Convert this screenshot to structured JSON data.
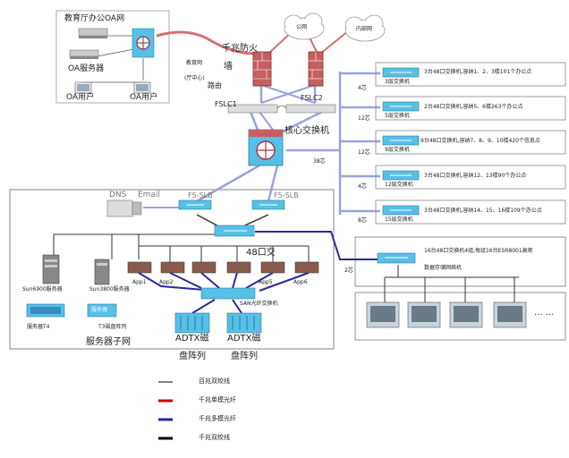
{
  "office": {
    "oa_network": "教育厅办公OA网",
    "oa_server": "OA服务器",
    "oa_user_1": "OA用户",
    "oa_user_2": "OA用户",
    "education_net": "教育网",
    "provincial_center": "(厅中心)",
    "router": "路由"
  },
  "clouds": {
    "internet": "公网",
    "edu_net": "内部网"
  },
  "firewall": {
    "label_line1": "千兆防火",
    "label_line2": "墙"
  },
  "core": {
    "fslc1": "FSLC1",
    "fslc2": "FSLC2",
    "core_switch": "核心交换机",
    "fiber_38": "38芯"
  },
  "access_switches": [
    {
      "desc": "3台48口交换机,容纳1、2、3楼101个办公点",
      "label": "3层交换机",
      "fiber": "4芯"
    },
    {
      "desc": "2台48口交换机,容纳5、6楼263个办公点",
      "label": "5层交换机",
      "fiber": "12芯"
    },
    {
      "desc": "9台48口交换机,容纳7、8、9、10楼420个信息点",
      "label": "9层交换机",
      "fiber": "12芯"
    },
    {
      "desc": "3台48口交换机,容纳12、13楼90个办公点",
      "label": "12层交换机",
      "fiber": "4芯"
    },
    {
      "desc": "3台48口交换机,容纳14、15、16楼109个办公点",
      "label": "15层交换机",
      "fiber": "8芯"
    }
  ],
  "server_farm": {
    "dns": "DNS",
    "email": "Email",
    "slb1": "F5-SLB",
    "slb2": "F5-SLB",
    "sun6900": "Sun6900服务器",
    "sun3800": "Sun3800服务器",
    "server_t4": "服务器T4",
    "server_t3": "T3磁盘阵列",
    "server_t3_box": "服务器",
    "port_switch": "48口交",
    "app1": "App1",
    "app2": "App2",
    "app5": "App5",
    "app6": "App6",
    "san_switch": "SAN光纤交换机",
    "adtx1": "ADTX磁",
    "adtx2": "ADTX磁",
    "array1": "盘阵列",
    "array2": "盘阵列",
    "title": "服务器子网"
  },
  "exam": {
    "fiber": "2芯",
    "desc": "16台48口交换机4组,每组16台ESR8001高密",
    "label": "数据存储网络机"
  },
  "legend": [
    {
      "label": "百兆双绞线",
      "color": "#000000"
    },
    {
      "label": "千兆单模光纤",
      "color": "#cc0000"
    },
    {
      "label": "千兆多模光纤",
      "color": "#2323aa"
    },
    {
      "label": "千兆双绞线",
      "color": "#000000"
    }
  ],
  "colors": {
    "red_fiber": "#d47272",
    "blue_fiber": "#9aa2dc",
    "dark_blue": "#2a2a9a",
    "cyan_device": "#57c0e6"
  }
}
